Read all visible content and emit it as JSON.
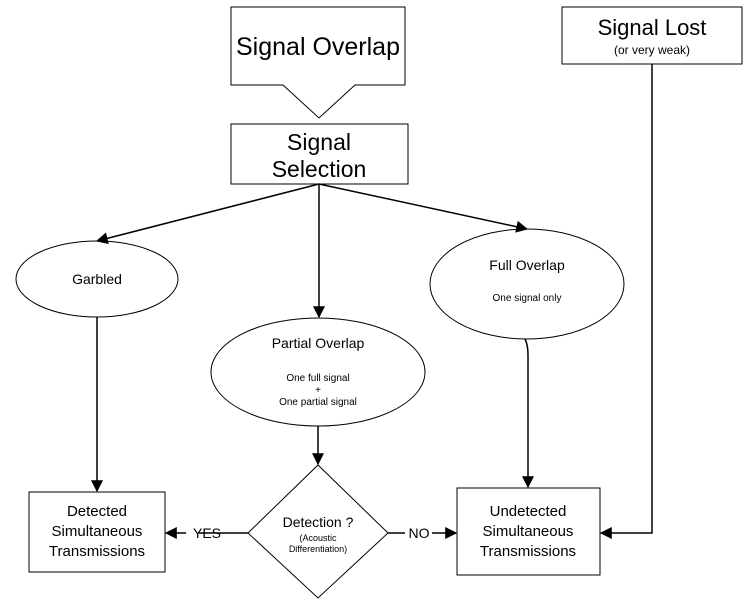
{
  "nodes": {
    "signal_overlap": {
      "label": "Signal Overlap"
    },
    "signal_lost": {
      "label": "Signal Lost",
      "sublabel": "(or very weak)"
    },
    "signal_selection": {
      "line1": "Signal",
      "line2": "Selection"
    },
    "garbled": {
      "label": "Garbled"
    },
    "full_overlap": {
      "label": "Full Overlap",
      "sublabel": "One signal only"
    },
    "partial_overlap": {
      "label": "Partial Overlap",
      "sub1": "One full signal",
      "sub2": "+",
      "sub3": "One partial signal"
    },
    "detection": {
      "label": "Detection ?",
      "sub1": "(Acoustic",
      "sub2": "Differentiation)"
    },
    "detected": {
      "line1": "Detected",
      "line2": "Simultaneous",
      "line3": "Transmissions"
    },
    "undetected": {
      "line1": "Undetected",
      "line2": "Simultaneous",
      "line3": "Transmissions"
    }
  },
  "edges": {
    "yes_label": "YES",
    "no_label": "NO"
  }
}
